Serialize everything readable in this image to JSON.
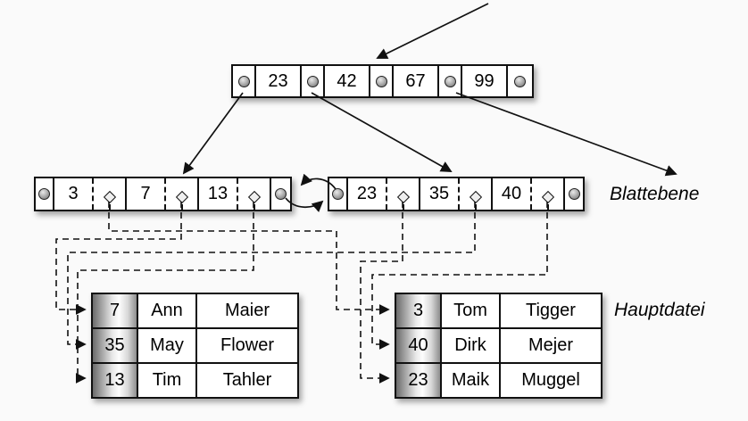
{
  "labels": {
    "leaf_level": "Blattebene",
    "main_file": "Hauptdatei"
  },
  "root_node": {
    "keys": [
      "23",
      "42",
      "67",
      "99"
    ]
  },
  "leaf_nodes": {
    "left": {
      "keys": [
        "3",
        "7",
        "13"
      ]
    },
    "right": {
      "keys": [
        "23",
        "35",
        "40"
      ]
    }
  },
  "tables": {
    "left": {
      "rows": [
        {
          "key": "7",
          "first": "Ann",
          "last": "Maier"
        },
        {
          "key": "35",
          "first": "May",
          "last": "Flower"
        },
        {
          "key": "13",
          "first": "Tim",
          "last": "Tahler"
        }
      ]
    },
    "right": {
      "rows": [
        {
          "key": "3",
          "first": "Tom",
          "last": "Tigger"
        },
        {
          "key": "40",
          "first": "Dirk",
          "last": "Mejer"
        },
        {
          "key": "23",
          "first": "Maik",
          "last": "Muggel"
        }
      ]
    }
  },
  "icons": {
    "pointer_icon": "filled-circle",
    "record_pointer_icon": "diamond-with-stem",
    "arrow_icon": "black-triangle-arrowhead"
  },
  "colors": {
    "background": "#fafafa",
    "box_fill": "#ffffff",
    "line": "#111111",
    "key_column_gradient_dark": "#6b6b6b",
    "key_column_gradient_light": "#fdfdfd"
  }
}
